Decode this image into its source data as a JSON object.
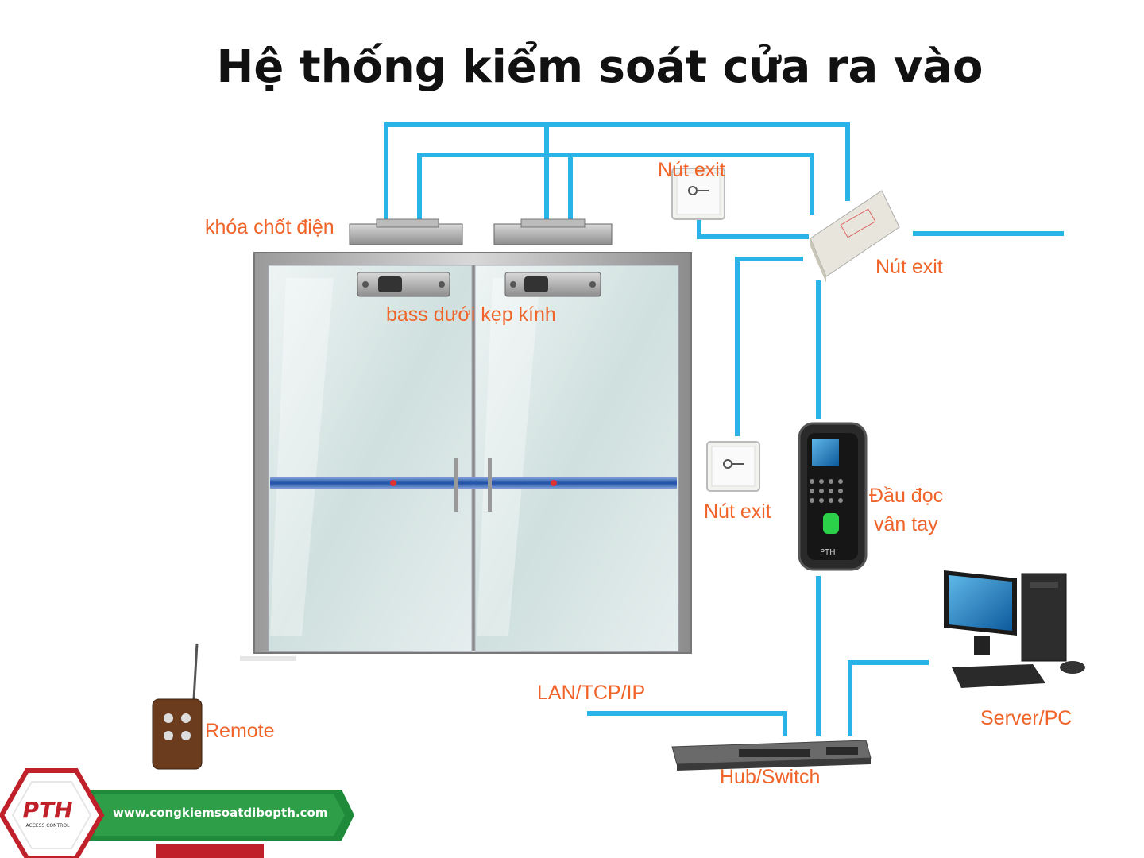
{
  "title": "Hệ thống kiểm soát cửa ra vào",
  "labels": {
    "lock": "khóa chốt điện",
    "bass": "bass dưới kẹp kính",
    "exit_top": "Nút exit",
    "exit_power": "Nút exit",
    "exit_mid": "Nút exit",
    "reader_line1": "Đầu đọc",
    "reader_line2": "vân tay",
    "lan": "LAN/TCP/IP",
    "server": "Server/PC",
    "remote": "Remote",
    "hub": "Hub/Switch"
  },
  "logo": {
    "text": "PTH",
    "subtext": "ACCESS CONTROL",
    "url": "www.congkiemsoatdibopth.com"
  },
  "reader_brand": "PTH",
  "colors": {
    "wire": "#29b3e6",
    "label": "#f0642a",
    "logo_red": "#c0202a",
    "logo_green": "#1f8a3a"
  }
}
